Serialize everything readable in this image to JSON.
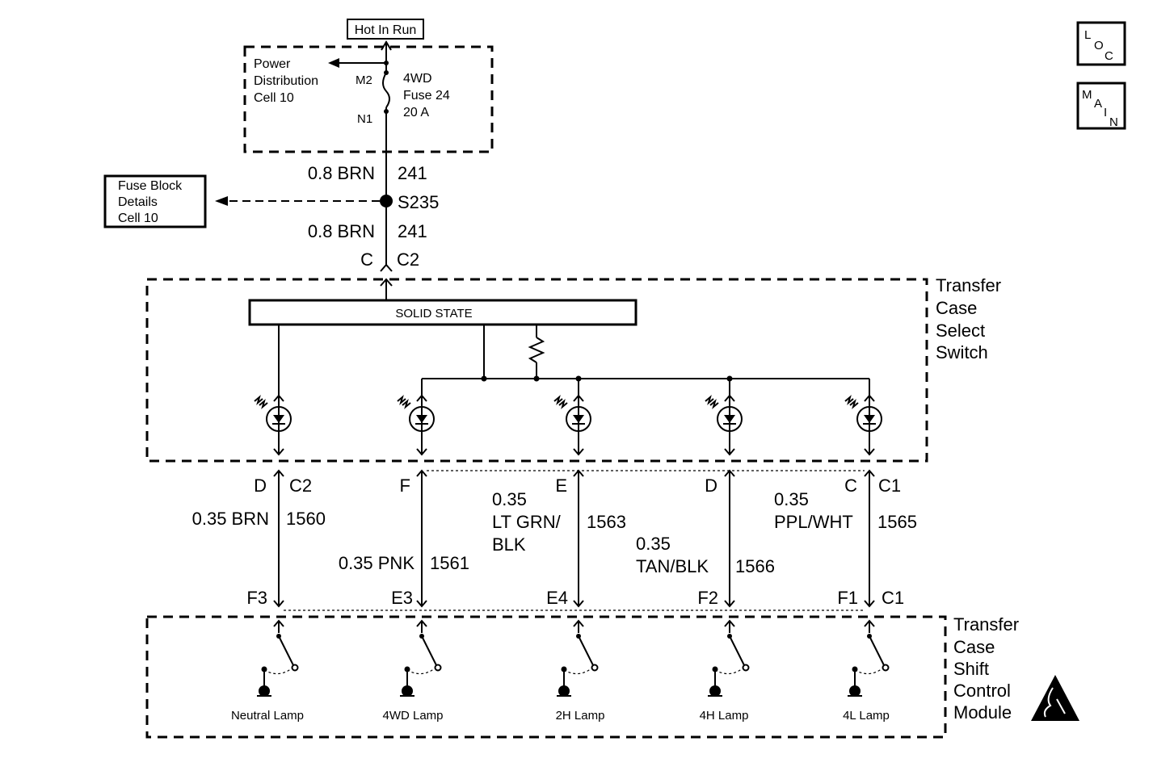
{
  "hot_in_run": "Hot In Run",
  "power_dist": {
    "line1": "Power",
    "line2": "Distribution",
    "line3": "Cell 10"
  },
  "fuse": {
    "m2": "M2",
    "n1": "N1",
    "line1": "4WD",
    "line2": "Fuse 24",
    "line3": "20 A"
  },
  "fuse_block": {
    "line1": "Fuse Block",
    "line2": "Details",
    "line3": "Cell 10"
  },
  "wire_top": {
    "gauge_color": "0.8 BRN",
    "circuit": "241"
  },
  "splice": "S235",
  "wire_mid": {
    "gauge_color": "0.8 BRN",
    "circuit": "241"
  },
  "conn_top": {
    "pin": "C",
    "connector": "C2"
  },
  "solid_state": "SOLID STATE",
  "select_switch": {
    "line1": "Transfer",
    "line2": "Case",
    "line3": "Select",
    "line4": "Switch"
  },
  "shift_module": {
    "line1": "Transfer",
    "line2": "Case",
    "line3": "Shift",
    "line4": "Control",
    "line5": "Module"
  },
  "circuits": [
    {
      "top_pin": "D",
      "top_conn": "C2",
      "wire_a": "0.35 BRN",
      "wire_b": "",
      "wire_c": "",
      "circuit": "1560",
      "bottom_pin": "F3",
      "bottom_conn": "",
      "lamp": "Neutral Lamp"
    },
    {
      "top_pin": "F",
      "top_conn": "",
      "wire_a": "0.35 PNK",
      "wire_b": "",
      "wire_c": "",
      "circuit": "1561",
      "bottom_pin": "E3",
      "bottom_conn": "",
      "lamp": "4WD Lamp"
    },
    {
      "top_pin": "E",
      "top_conn": "",
      "wire_a": "0.35",
      "wire_b": "LT GRN/",
      "wire_c": "BLK",
      "circuit": "1563",
      "bottom_pin": "E4",
      "bottom_conn": "",
      "lamp": "2H Lamp"
    },
    {
      "top_pin": "D",
      "top_conn": "",
      "wire_a": "0.35",
      "wire_b": "TAN/BLK",
      "wire_c": "",
      "circuit": "1566",
      "bottom_pin": "F2",
      "bottom_conn": "",
      "lamp": "4H Lamp"
    },
    {
      "top_pin": "C",
      "top_conn": "C1",
      "wire_a": "0.35",
      "wire_b": "PPL/WHT",
      "wire_c": "",
      "circuit": "1565",
      "bottom_pin": "F1",
      "bottom_conn": "C1",
      "lamp": "4L Lamp"
    }
  ],
  "nav": {
    "loc": {
      "l": "L",
      "o": "O",
      "c": "C"
    },
    "main": {
      "m": "M",
      "a": "A",
      "i": "I",
      "n": "N"
    }
  }
}
